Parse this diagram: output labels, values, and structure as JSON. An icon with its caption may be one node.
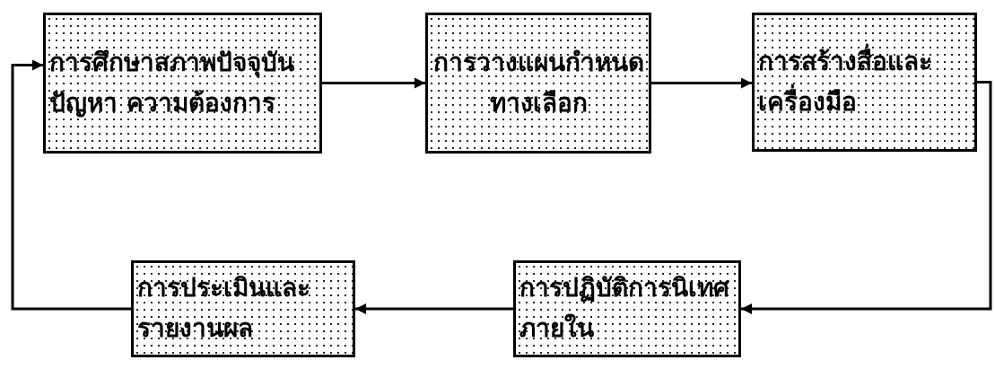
{
  "diagram": {
    "nodes": [
      {
        "text": [
          "การศึกษาสภาพปัจจุบันปัญหา  ความต้องการ"
        ]
      },
      {
        "text": [
          "การวางแผนกำหนดทางเลือก"
        ]
      },
      {
        "text": [
          "การสร้างสื่อและเครื่องมือ"
        ]
      },
      {
        "text": [
          "การประเมินและรายงานผล"
        ]
      },
      {
        "text": [
          "การปฏิบัติการนิเทศภายใน"
        ]
      }
    ],
    "edges": [
      {
        "from": 0,
        "to": 1,
        "arrow": "to"
      },
      {
        "from": 1,
        "to": 2,
        "arrow": "to"
      },
      {
        "from": 2,
        "to": 4,
        "arrow": "to"
      },
      {
        "from": 4,
        "to": 3,
        "arrow": "to"
      },
      {
        "from": 3,
        "to": 0,
        "arrow": "to"
      }
    ]
  }
}
